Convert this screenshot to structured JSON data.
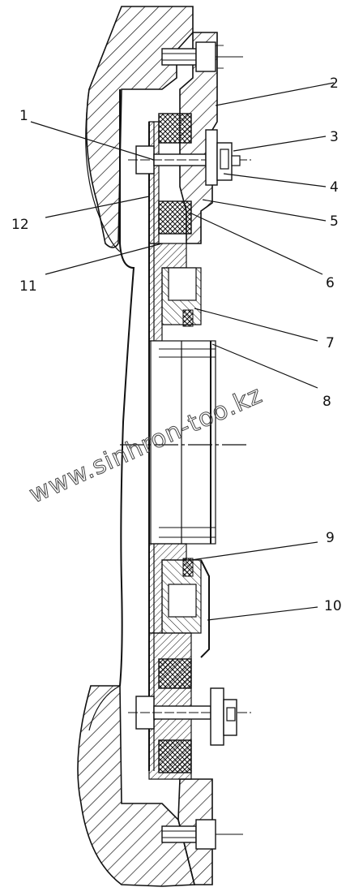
{
  "watermark": "www.sinhron-too.kz",
  "callouts": [
    {
      "id": "1",
      "text": "1"
    },
    {
      "id": "2",
      "text": "2"
    },
    {
      "id": "3",
      "text": "3"
    },
    {
      "id": "4",
      "text": "4"
    },
    {
      "id": "5",
      "text": "5"
    },
    {
      "id": "6",
      "text": "6"
    },
    {
      "id": "7",
      "text": "7"
    },
    {
      "id": "8",
      "text": "8"
    },
    {
      "id": "9",
      "text": "9"
    },
    {
      "id": "10",
      "text": "10"
    },
    {
      "id": "11",
      "text": "11"
    },
    {
      "id": "12",
      "text": "12"
    }
  ]
}
